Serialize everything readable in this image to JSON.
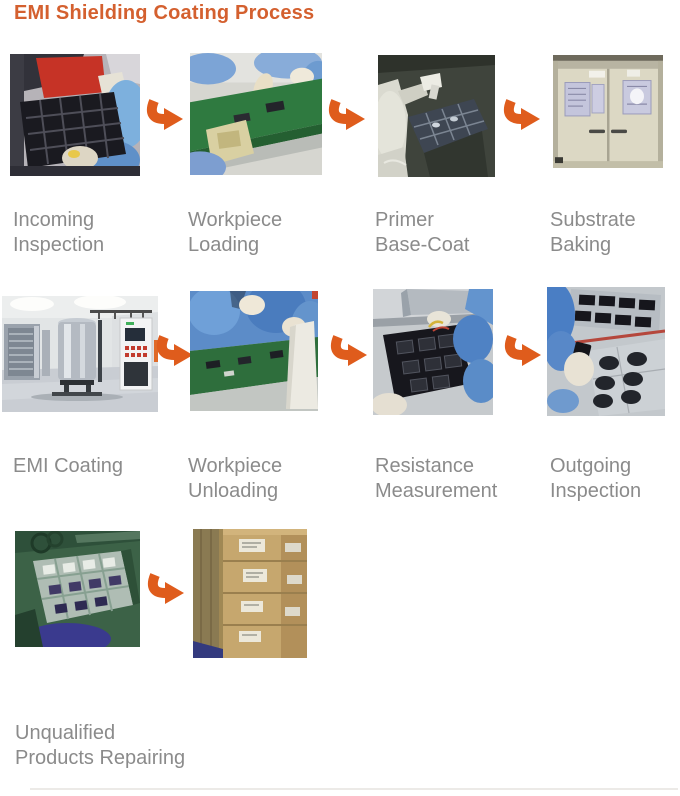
{
  "title": "EMI Shielding Coating Process",
  "colors": {
    "title": "#d4602f",
    "arrow": "#df5c1c",
    "caption": "#8b8b8b"
  },
  "steps": [
    {
      "caption": "Incoming\nInspection",
      "photo": "worker with blue gloves inspecting a black tray of molded parts, red folder above"
    },
    {
      "caption": "Workpiece\nLoading",
      "photo": "operators in blue placing workpieces onto a green conveyor line"
    },
    {
      "caption": "Primer\nBase-Coat",
      "photo": "operator spraying primer base coat onto a tray of parts in a dark booth"
    },
    {
      "caption": "Substrate\nBaking",
      "photo": "beige double-door baking oven with notice sheets posted on the doors"
    },
    {
      "caption": "EMI Coating",
      "photo": "vacuum metallizing coating machine room with stainless chambers and control cabinet"
    },
    {
      "caption": "Workpiece\nUnloading",
      "photo": "operators in blue unloading coated parts from the green line"
    },
    {
      "caption": "Resistance\nMeasurement",
      "photo": "gloved hands measuring electrical resistance of parts in a black tray"
    },
    {
      "caption": "Outgoing\nInspection",
      "photo": "inspector checking coated parts arranged in metal trays"
    },
    {
      "caption": "Unqualified\nProducts Repairing",
      "photo": "tray of unqualified parts on a dark green repair workbench"
    },
    {
      "caption": "",
      "photo": "packed cardboard cartons with labels stacked for shipment"
    }
  ]
}
